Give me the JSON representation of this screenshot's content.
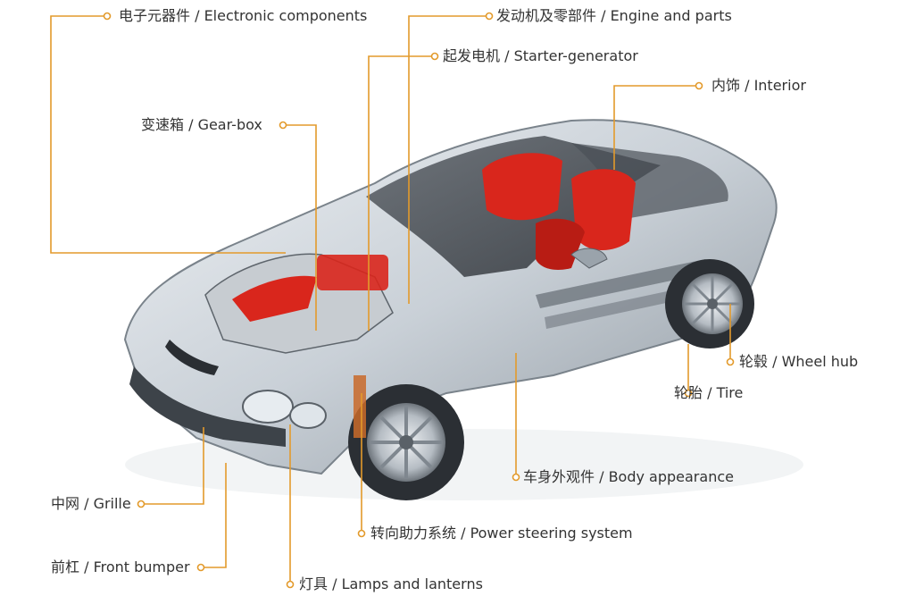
{
  "accent_color": "#e39a2b",
  "labels": {
    "electronic": "电子元器件 / Electronic components",
    "engine": "发动机及零部件 / Engine and parts",
    "starter": "起发电机 / Starter-generator",
    "interior": "内饰 / Interior",
    "gearbox": "变速箱 / Gear-box",
    "wheel_hub": "轮毂 / Wheel hub",
    "tire": "轮胎 / Tire",
    "body": "车身外观件 / Body appearance",
    "grille": "中网 / Grille",
    "steering": "转向助力系统 / Power steering system",
    "bumper": "前杠 / Front bumper",
    "lamps": "灯具 / Lamps and lanterns"
  }
}
